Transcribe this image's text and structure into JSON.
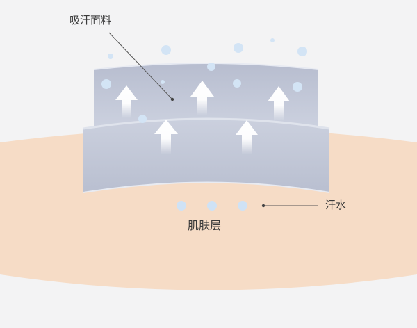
{
  "labels": {
    "fabric": "吸汗面料",
    "sweat": "汗水",
    "skin": "肌肤层"
  },
  "colors": {
    "background": "#f3f3f4",
    "skin": "#f6dcc6",
    "fabric_front": "#c3c9d9",
    "fabric_back": "#bcc2d2",
    "arrow": "#ffffff",
    "droplet": "#cfe2f5",
    "leader_line": "#555555"
  },
  "icons": [
    "up-arrow-icon",
    "sweat-droplet-icon"
  ]
}
